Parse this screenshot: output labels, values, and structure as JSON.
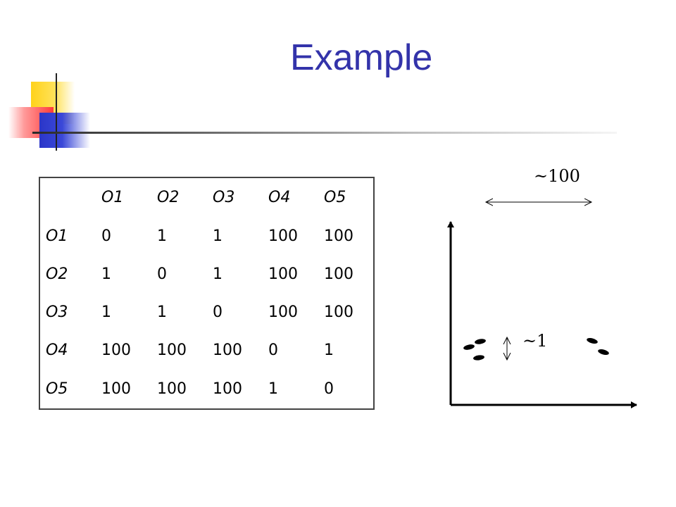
{
  "title": "Example",
  "matrix": {
    "header": [
      "",
      "O1",
      "O2",
      "O3",
      "O4",
      "O5"
    ],
    "rows": [
      {
        "label": "O1",
        "values": [
          "0",
          "1",
          "1",
          "100",
          "100"
        ]
      },
      {
        "label": "O2",
        "values": [
          "1",
          "0",
          "1",
          "100",
          "100"
        ]
      },
      {
        "label": "O3",
        "values": [
          "1",
          "1",
          "0",
          "100",
          "100"
        ]
      },
      {
        "label": "O4",
        "values": [
          "100",
          "100",
          "100",
          "0",
          "1"
        ]
      },
      {
        "label": "O5",
        "values": [
          "100",
          "100",
          "100",
          "1",
          "0"
        ]
      }
    ]
  },
  "diagram": {
    "far_label": "~100",
    "near_label": "~1"
  }
}
